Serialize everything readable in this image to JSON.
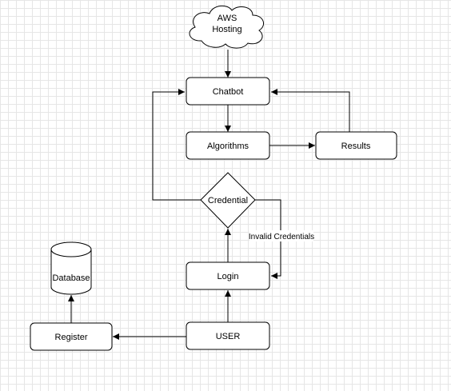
{
  "diagram": {
    "nodes": {
      "aws": {
        "line1": "AWS",
        "line2": "Hosting"
      },
      "chatbot": "Chatbot",
      "algorithms": "Algorithms",
      "results": "Results",
      "credential": "Credential",
      "login": "Login",
      "database": "Database",
      "register": "Register",
      "user": "USER"
    },
    "edge_labels": {
      "invalid": "Invalid Credentials"
    },
    "colors": {
      "stroke": "#000000",
      "fill": "#ffffff",
      "grid": "#e6e6e6"
    }
  }
}
